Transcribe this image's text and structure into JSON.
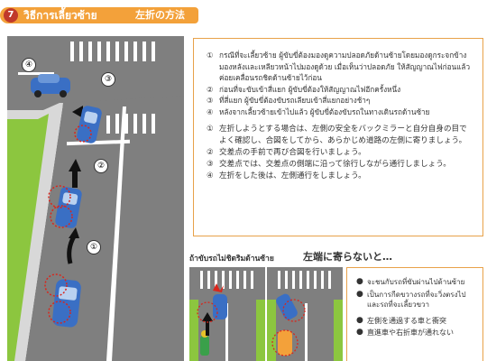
{
  "header": {
    "step": "7",
    "title_th": "วิธีการเลี้ยวซ้าย",
    "title_jp": "左折の方法"
  },
  "scene": {
    "markers": [
      "①",
      "②",
      "③",
      "④"
    ]
  },
  "instructions_th": [
    {
      "num": "①",
      "text": "กรณีที่จะเลี้ยวซ้าย ผู้ขับขี่ต้องมองดูความปลอดภัยด้านซ้ายโดยมองดูกระจกข้างมองหลังและเหลียวหน้าไปมองดูด้วย เมื่อเห็นว่าปลอดภัย ให้สัญญาณไฟก่อนแล้วค่อยเคลื่อนรถชิดด้านซ้ายไว้ก่อน"
    },
    {
      "num": "②",
      "text": "ก่อนที่จะขับเข้าสี่แยก ผู้ขับขี่ต้องให้สัญญาณไฟอีกครั้งหนึ่ง"
    },
    {
      "num": "③",
      "text": "ที่สี่แยก ผู้ขับขี่ต้องขับรถเลียบเข้าสี่แยกอย่างช้าๆ"
    },
    {
      "num": "④",
      "text": "หลังจากเลี้ยวซ้ายเข้าไปแล้ว ผู้ขับขี่ต้องขับรถในทางเดินรถด้านซ้าย"
    }
  ],
  "instructions_jp": [
    {
      "num": "①",
      "text": "左折しようとする場合は、左側の安全をバックミラーと自分自身の目でよく確認し、合図をしてから、あらかじめ道路の左側に寄りましょう。"
    },
    {
      "num": "②",
      "text": "交差点の手前で再び合図を行いましょう。"
    },
    {
      "num": "③",
      "text": "交差点では、交差点の側端に沿って徐行しながら通行しましょう。"
    },
    {
      "num": "④",
      "text": "左折をした後は、左側通行をしましょう。"
    }
  ],
  "warning": {
    "th": "ถ้าขับรถไม่ชิดริมด้านซ้าย",
    "jp": "左端に寄らないと…"
  },
  "bullets": [
    {
      "text": "จะชนกับรถที่ขับผ่านไปด้านซ้าย"
    },
    {
      "text": "เป็นการกีดขวางรถที่จะวิ่งตรงไปและรถที่จะเลี้ยวขวา"
    },
    {
      "text": "左側を通過する車と衝突"
    },
    {
      "text": "直進車や右折車が通れない"
    }
  ],
  "colors": {
    "accent": "#f3a13a",
    "badge": "#c0392b",
    "road": "#7f7f7f",
    "grass": "#8cc63f",
    "car": "#3a6fc4",
    "signal_circle": "#d9261c"
  }
}
